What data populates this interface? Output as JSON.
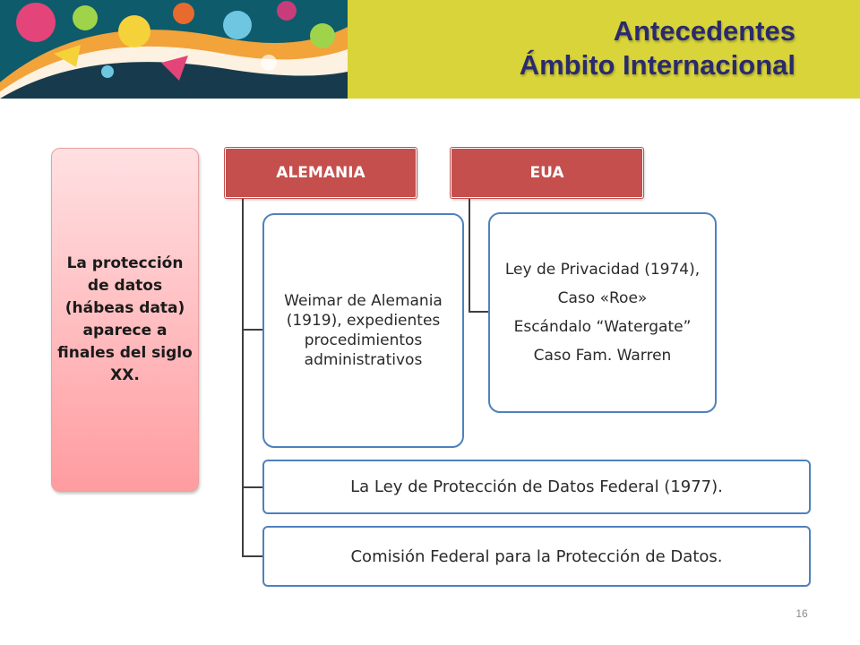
{
  "slide": {
    "title_line1": "Antecedentes",
    "title_line2": "Ámbito Internacional",
    "page_number": "16"
  },
  "left_box": {
    "text": "La protección de datos (hábeas data) aparece a finales del siglo XX."
  },
  "alemania": {
    "heading": "ALEMANIA",
    "detail": "Weimar de Alemania (1919), expedientes procedimientos administrativos",
    "law": "La Ley de Protección de Datos Federal (1977).",
    "commission": "Comisión Federal para la Protección de Datos."
  },
  "eua": {
    "heading": "EUA",
    "items": [
      "Ley de Privacidad (1974),",
      "Caso «Roe»",
      "Escándalo “Watergate”",
      "Caso Fam. Warren"
    ]
  },
  "colors": {
    "header_band": "#d8d43a",
    "title_text": "#2a2a6e",
    "heading_fill": "#c44f4d",
    "box_border": "#4f81bd",
    "left_box_gradient_top": "#ffe0e2",
    "left_box_gradient_bottom": "#ff9ca0"
  }
}
